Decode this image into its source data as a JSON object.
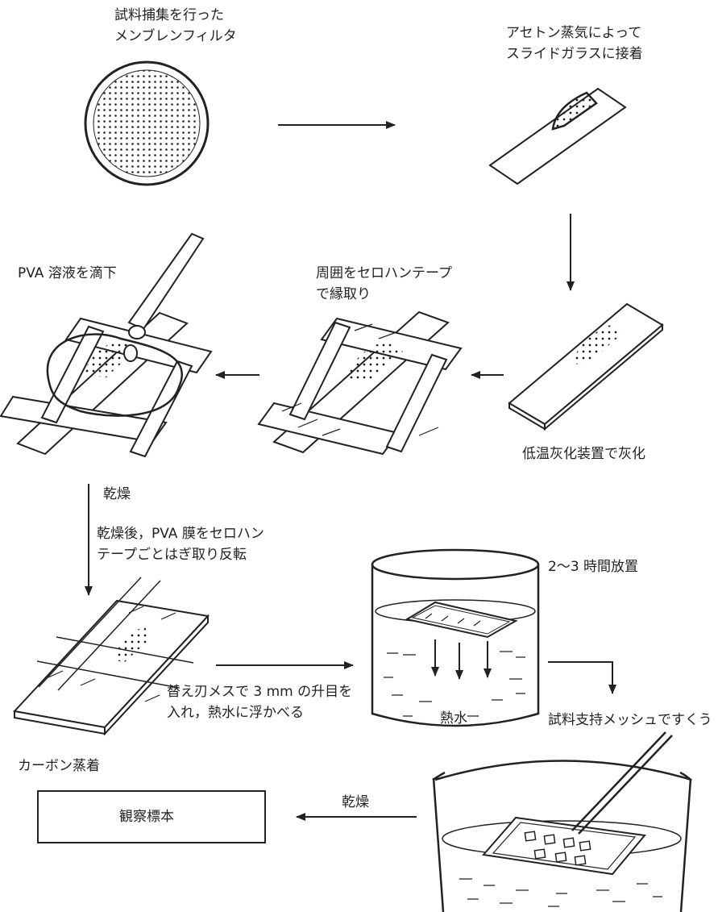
{
  "labels": {
    "membrane": [
      "試料捕集を行った",
      "メンブレンフィルタ"
    ],
    "acetone": [
      "アセトン蒸気によって",
      "スライドガラスに接着"
    ],
    "pva_drop": "PVA 溶液を滴下",
    "tape_border": [
      "周囲をセロハンテープ",
      "で縁取り"
    ],
    "ashing": "低温灰化装置で灰化",
    "dry1": "乾燥",
    "dry_flip": [
      "乾燥後，PVA 膜をセロハン",
      "テープごとはぎ取り反転"
    ],
    "stand": "2～3 時間放置",
    "cut_float": [
      "替え刃メスで 3 mm の升目を",
      "入れ，熱水に浮かべる"
    ],
    "hot_water": "熱水",
    "scoop": "試料支持メッシュですくう",
    "carbon": "カーボン蒸着",
    "dry2": "乾燥",
    "specimen": "観察標本"
  }
}
